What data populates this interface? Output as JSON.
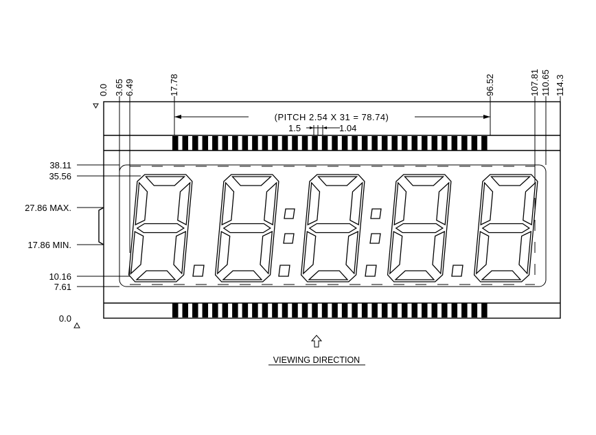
{
  "dimensions": {
    "top_labels": [
      "0.0",
      "3.65",
      "6.49",
      "17.78",
      "96.52",
      "107.81",
      "110.65",
      "114.3"
    ],
    "left_labels": [
      "38.11",
      "35.56",
      "27.86 MAX.",
      "17.86 MIN.",
      "10.16",
      "7.61",
      "0.0"
    ],
    "pitch_label": "(PITCH 2.54 X 31 = 78.74)",
    "pin_width_label": "1.5",
    "pin_gap_label": "1.04"
  },
  "pins": {
    "count": 32
  },
  "display": {
    "digit_count": 5,
    "colon_count": 2,
    "decimal_point_count": 4
  },
  "viewing_direction": {
    "label": "VIEWING DIRECTION"
  }
}
